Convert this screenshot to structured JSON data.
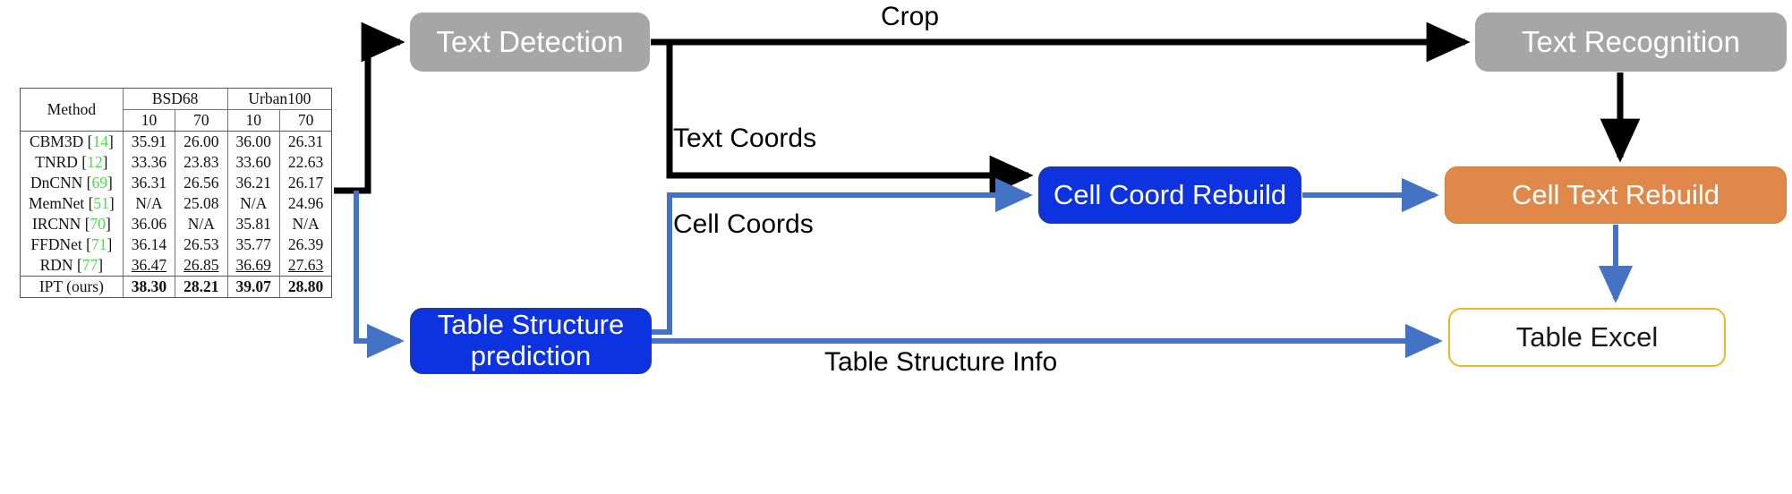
{
  "diagram": {
    "nodes": [
      {
        "id": "text-detection",
        "label": "Text Detection",
        "color": "#a6a6a6"
      },
      {
        "id": "text-recognition",
        "label": "Text Recognition",
        "color": "#a6a6a6"
      },
      {
        "id": "cell-coord-rebuild",
        "label": "Cell Coord Rebuild",
        "color": "#0d33e0"
      },
      {
        "id": "cell-text-rebuild",
        "label": "Cell Text Rebuild",
        "color": "#e0884a"
      },
      {
        "id": "table-structure",
        "label": "Table Structure\nprediction",
        "label_line1": "Table Structure",
        "label_line2": "prediction",
        "color": "#0d33e0"
      },
      {
        "id": "table-excel",
        "label": "Table Excel",
        "color": "#ffffff",
        "border_color": "#f0b429"
      }
    ],
    "edge_labels": {
      "crop": "Crop",
      "text_coords": "Text Coords",
      "cell_coords": "Cell Coords",
      "table_structure_info": "Table Structure Info"
    },
    "arrow_colors": {
      "black": "#000000",
      "blue": "#4472c4"
    }
  },
  "paper_table": {
    "group_headers": [
      "Method",
      "BSD68",
      "Urban100"
    ],
    "sub_headers": [
      "10",
      "70",
      "10",
      "70"
    ],
    "rows": [
      {
        "method": "CBM3D",
        "ref": "14",
        "values": [
          "35.91",
          "26.00",
          "36.00",
          "26.31"
        ],
        "style": "normal"
      },
      {
        "method": "TNRD",
        "ref": "12",
        "values": [
          "33.36",
          "23.83",
          "33.60",
          "22.63"
        ],
        "style": "normal"
      },
      {
        "method": "DnCNN",
        "ref": "69",
        "values": [
          "36.31",
          "26.56",
          "36.21",
          "26.17"
        ],
        "style": "normal"
      },
      {
        "method": "MemNet",
        "ref": "51",
        "values": [
          "N/A",
          "25.08",
          "N/A",
          "24.96"
        ],
        "style": "normal"
      },
      {
        "method": "IRCNN",
        "ref": "70",
        "values": [
          "36.06",
          "N/A",
          "35.81",
          "N/A"
        ],
        "style": "normal"
      },
      {
        "method": "FFDNet",
        "ref": "71",
        "values": [
          "36.14",
          "26.53",
          "35.77",
          "26.39"
        ],
        "style": "normal"
      },
      {
        "method": "RDN",
        "ref": "77",
        "values": [
          "36.47",
          "26.85",
          "36.69",
          "27.63"
        ],
        "style": "underline"
      }
    ],
    "final_row": {
      "method": "IPT (ours)",
      "ref": "",
      "values": [
        "38.30",
        "28.21",
        "39.07",
        "28.80"
      ],
      "style": "bold"
    },
    "ref_color": "#4bdd4b"
  }
}
